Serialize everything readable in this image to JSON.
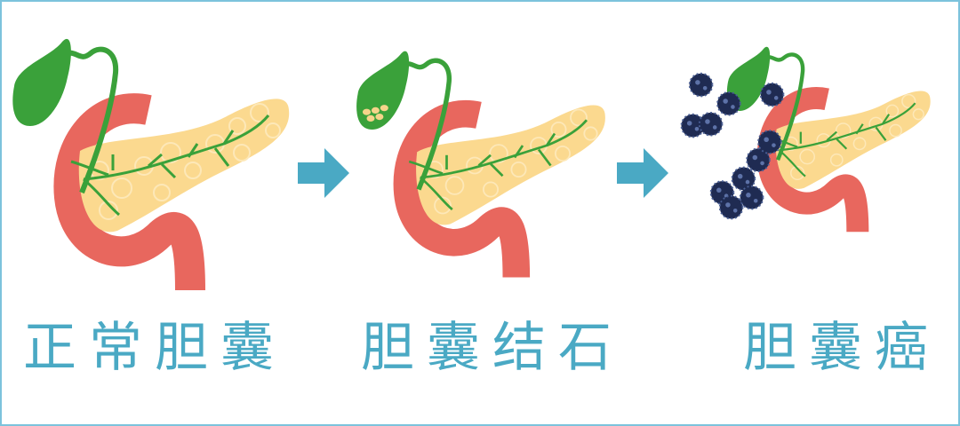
{
  "stages": [
    {
      "label": "正常胆囊"
    },
    {
      "label": "胆囊结石"
    },
    {
      "label": "胆囊癌"
    }
  ],
  "colors": {
    "label": "#4aa9c4",
    "arrow": "#4aa9c4",
    "gallbladder": "#3aa13a",
    "duodenum": "#e8675e",
    "pancreas": "#fbd98f",
    "stones": "#f5d48a",
    "tumor": "#1f2b52"
  }
}
